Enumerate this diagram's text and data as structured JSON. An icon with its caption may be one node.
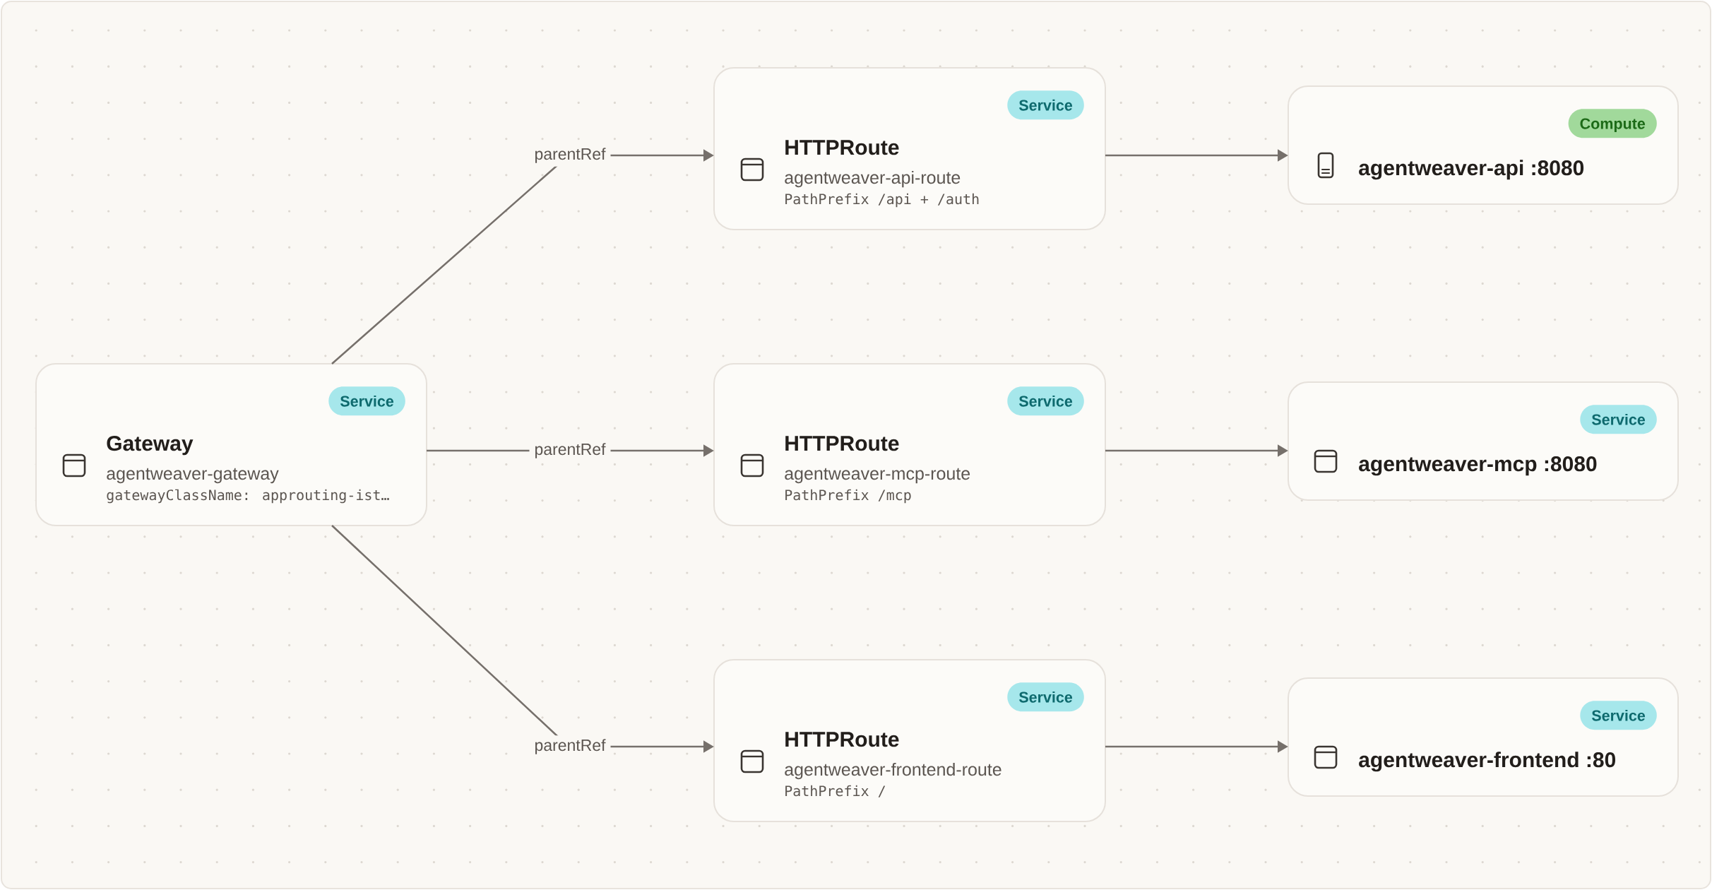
{
  "diagram": {
    "nodes": [
      {
        "text": [
          "Gateway",
          "agentweaver-gateway",
          "gatewayClassName: approuting-ist…"
        ]
      },
      {
        "text": [
          "Service"
        ],
        "in": 0
      },
      {
        "text": [
          "HTTPRoute",
          "agentweaver-api-route",
          "PathPrefix /api + /auth"
        ]
      },
      {
        "text": [
          "Service"
        ],
        "in": 2
      },
      {
        "text": [
          "HTTPRoute",
          "agentweaver-mcp-route",
          "PathPrefix /mcp"
        ]
      },
      {
        "text": [
          "Service"
        ],
        "in": 4
      },
      {
        "text": [
          "HTTPRoute",
          "agentweaver-frontend-route",
          "PathPrefix /"
        ]
      },
      {
        "text": [
          "Service"
        ],
        "in": 6
      },
      {
        "text": [
          "agentweaver-api :8080"
        ]
      },
      {
        "text": [
          "Compute"
        ],
        "in": 8
      },
      {
        "text": [
          "agentweaver-mcp :8080"
        ]
      },
      {
        "text": [
          "Service"
        ],
        "in": 10
      },
      {
        "text": [
          "agentweaver-frontend :80"
        ]
      },
      {
        "text": [
          "Service"
        ],
        "in": 12
      }
    ],
    "edges": [
      {
        "from": 0,
        "to": 2,
        "arrow": "to",
        "label": "parentRef"
      },
      {
        "from": 0,
        "to": 4,
        "arrow": "to",
        "label": "parentRef"
      },
      {
        "from": 0,
        "to": 6,
        "arrow": "to",
        "label": "parentRef"
      },
      {
        "from": 2,
        "to": 8,
        "arrow": "to"
      },
      {
        "from": 4,
        "to": 10,
        "arrow": "to"
      },
      {
        "from": 6,
        "to": 12,
        "arrow": "to"
      }
    ]
  }
}
